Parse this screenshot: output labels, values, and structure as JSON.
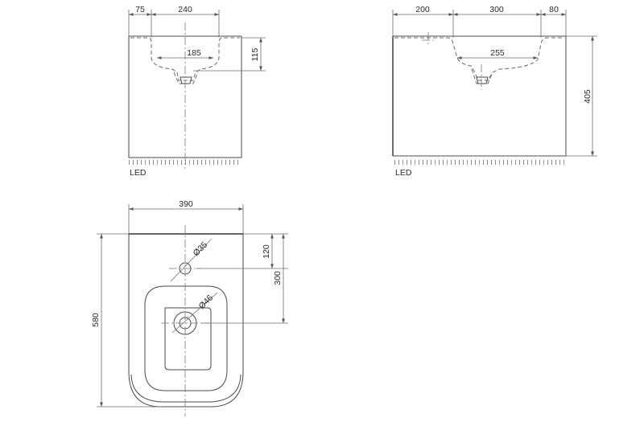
{
  "views": {
    "front": {
      "dims": {
        "left_margin": "75",
        "basin_width": "240",
        "drain_span": "185",
        "basin_depth": "115"
      },
      "led_label": "LED"
    },
    "side": {
      "dims": {
        "back_offset": "200",
        "basin_width": "300",
        "front_offset": "80",
        "drain_span": "255",
        "height": "405"
      },
      "led_label": "LED"
    },
    "top": {
      "dims": {
        "width": "390",
        "depth": "580",
        "tap_hole_offset": "120",
        "drain_offset": "300",
        "tap_hole_dia": "Ø35",
        "drain_dia": "Ø46"
      }
    }
  }
}
